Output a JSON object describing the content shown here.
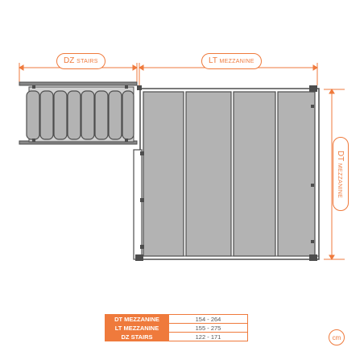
{
  "dimension_labels": {
    "stairs": {
      "main": "DZ",
      "sub": "STAIRS"
    },
    "lt": {
      "main": "LT",
      "sub": "MEZZANINE"
    },
    "dt": {
      "main": "DT",
      "sub": "MEZZANINE"
    }
  },
  "table": {
    "rows": [
      {
        "label": "DT MEZZANINE",
        "value": "154 - 264"
      },
      {
        "label": "LT MEZZANINE",
        "value": "155 - 275"
      },
      {
        "label": "DZ STAIRS",
        "value": "122 - 171"
      }
    ]
  },
  "unit": "cm",
  "colors": {
    "accent": "#ef7a3c",
    "panel": "#b3b3b3",
    "frame": "#4d4d4d"
  }
}
